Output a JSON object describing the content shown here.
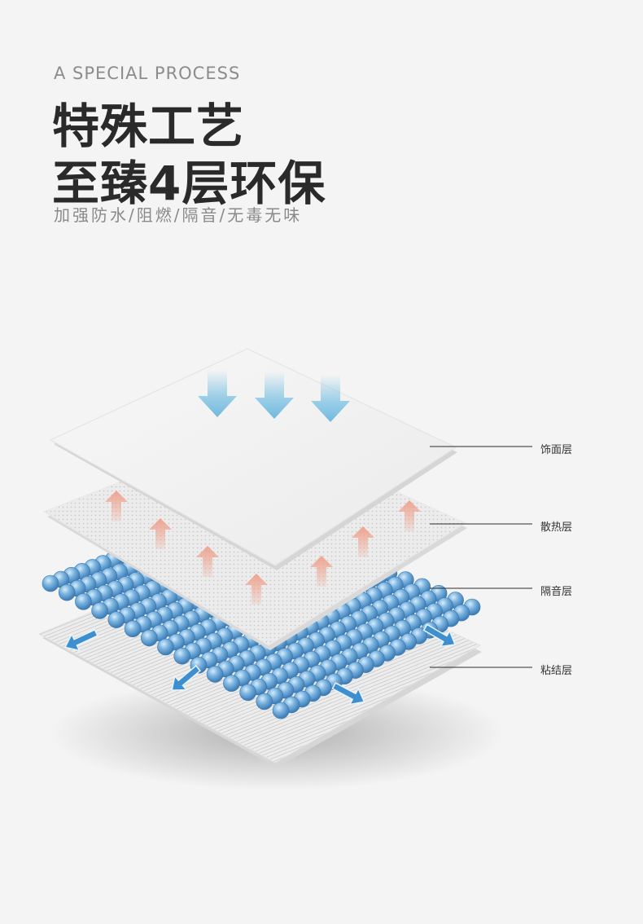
{
  "header": {
    "subtitle_en": "A SPECIAL PROCESS",
    "title_line1": "特殊工艺",
    "title_line2": "至臻4层环保",
    "features": "加强防水/阻燃/隔音/无毒无味"
  },
  "layers": [
    {
      "key": "surface",
      "label": "饰面层"
    },
    {
      "key": "heat",
      "label": "散热层"
    },
    {
      "key": "sound",
      "label": "隔音层"
    },
    {
      "key": "adhesive",
      "label": "粘结层"
    }
  ],
  "colors": {
    "background": "#f4f4f4",
    "title": "#2a2a2a",
    "water_arrow": "#8ec9e6",
    "heat_arrow": "#ef9f8a",
    "bead": "#6aa8d8",
    "spread_arrow": "#3e8fd0"
  }
}
